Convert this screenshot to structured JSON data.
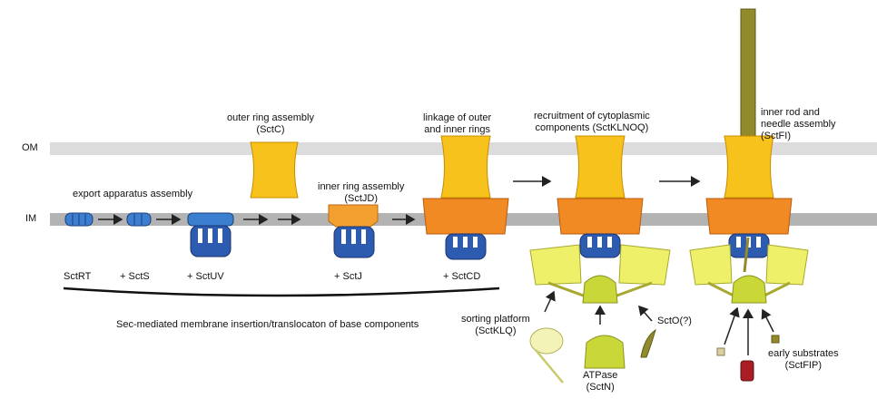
{
  "membranes": {
    "outer": "OM",
    "inner": "IM"
  },
  "stages": {
    "export": "export apparatus assembly",
    "outer_ring": [
      "outer ring assembly",
      "(SctC)"
    ],
    "inner_ring": [
      "inner ring assembly",
      "(SctJD)"
    ],
    "linkage": [
      "linkage of outer",
      "and inner rings"
    ],
    "recruitment": [
      "recruitment of cytoplasmic",
      "components (SctKLNOQ)"
    ],
    "needle": [
      "inner rod and",
      "needle assembly",
      "(SctFI)"
    ]
  },
  "step_labels": [
    "SctRT",
    "+ SctS",
    "+ SctUV",
    "+ SctJ",
    "+ SctCD"
  ],
  "base_note": "Sec-mediated membrane insertion/translocaton of base components",
  "components": {
    "sorting_platform": [
      "sorting platform",
      "(SctKLQ)"
    ],
    "atpase": [
      "ATPase",
      "(SctN)"
    ],
    "scto": "SctO(?)",
    "early_substrates": [
      "early substrates",
      "(SctFIP)"
    ]
  },
  "colors": {
    "membrane_om": "#dcdcdc",
    "membrane_im": "#b3b3b3",
    "outer_ring": "#f7c21c",
    "inner_ring": "#f28a24",
    "export_apparatus": "#2d5bb0",
    "cytoplasmic": "#eef06a",
    "atpase": "#c9d838",
    "needle": "#938a2c",
    "substrate_red": "#a81e24"
  }
}
